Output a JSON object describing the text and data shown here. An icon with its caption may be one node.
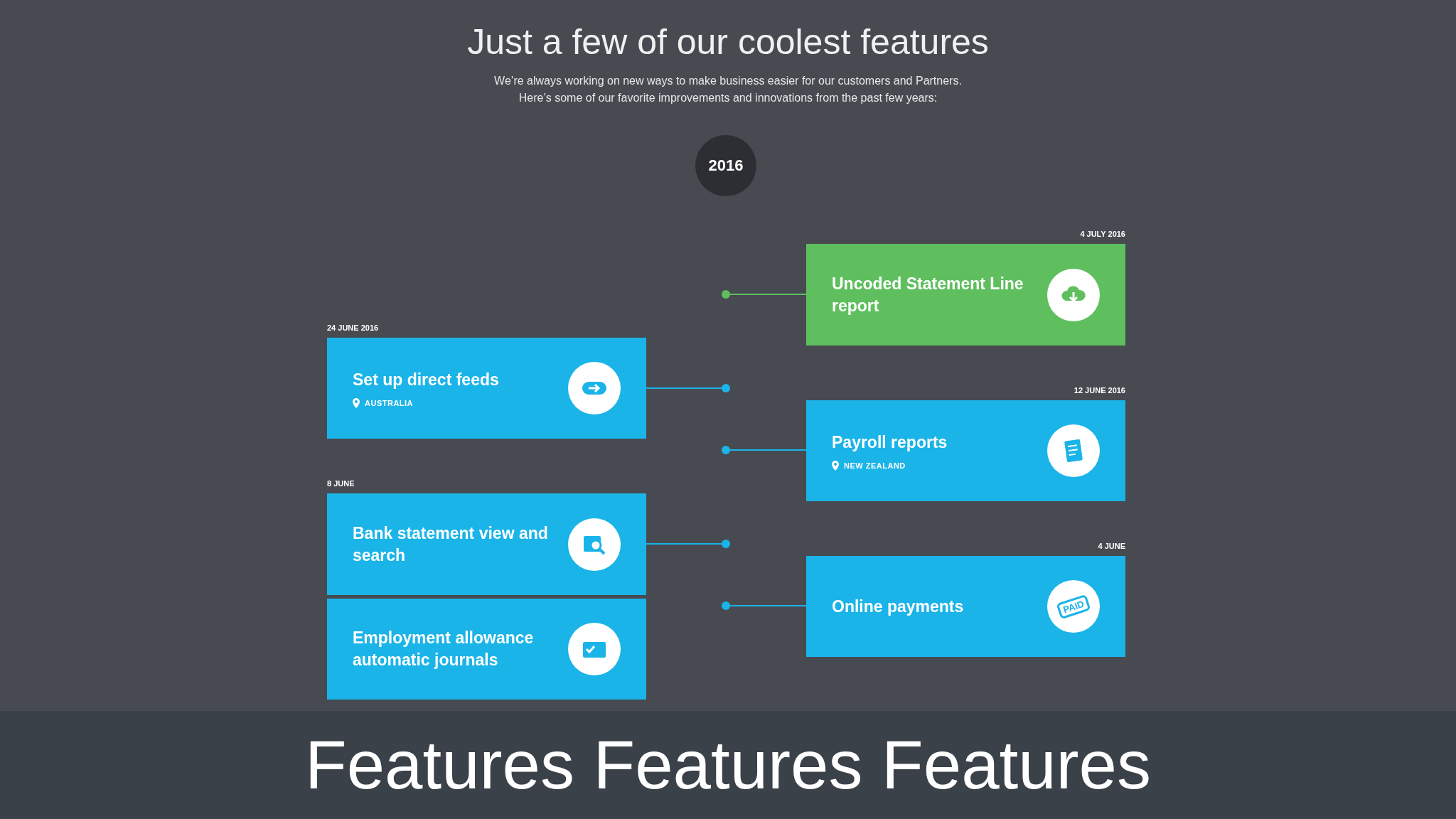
{
  "diagram": {
    "title": "Just a few of our coolest features",
    "caption": "Features Features Features",
    "nodes": [
      {
        "text": [
          "2016"
        ]
      },
      {
        "text": [
          "Uncoded Statement Line report"
        ],
        "beside": [
          "4 JULY 2016"
        ]
      },
      {
        "text": [],
        "shape": "circle"
      },
      {
        "text": [
          "Set up direct feeds",
          "AUSTRALIA"
        ],
        "beside": [
          "24 JUNE 2016"
        ]
      },
      {
        "text": [],
        "shape": "circle"
      },
      {
        "text": [
          "Payroll reports",
          "NEW ZEALAND"
        ],
        "beside": [
          "12 JUNE 2016"
        ]
      },
      {
        "text": [],
        "shape": "circle"
      },
      {
        "text": [
          "Bank statement view and search"
        ],
        "beside": [
          "8 JUNE"
        ]
      },
      {
        "text": [],
        "shape": "circle"
      },
      {
        "text": [
          "Online payments"
        ],
        "beside": [
          "4 JUNE"
        ]
      },
      {
        "text": [
          "Employment allowance automatic journals"
        ]
      },
      {
        "text": [],
        "shape": "circle"
      }
    ],
    "edges": [
      {
        "from": 1,
        "to": 2,
        "arrow": "none",
        "color": "#5fbf5f"
      },
      {
        "from": 3,
        "to": 4,
        "arrow": "none"
      },
      {
        "from": 5,
        "to": 6,
        "arrow": "none"
      },
      {
        "from": 7,
        "to": 8,
        "arrow": "none"
      },
      {
        "from": 9,
        "to": 11,
        "arrow": "none"
      }
    ],
    "labels": [
      "We’re always working on new ways to make business easier for our customers and Partners. Here’s some of our favorite improvements and innovations from the past few years:",
      "PAID"
    ]
  }
}
